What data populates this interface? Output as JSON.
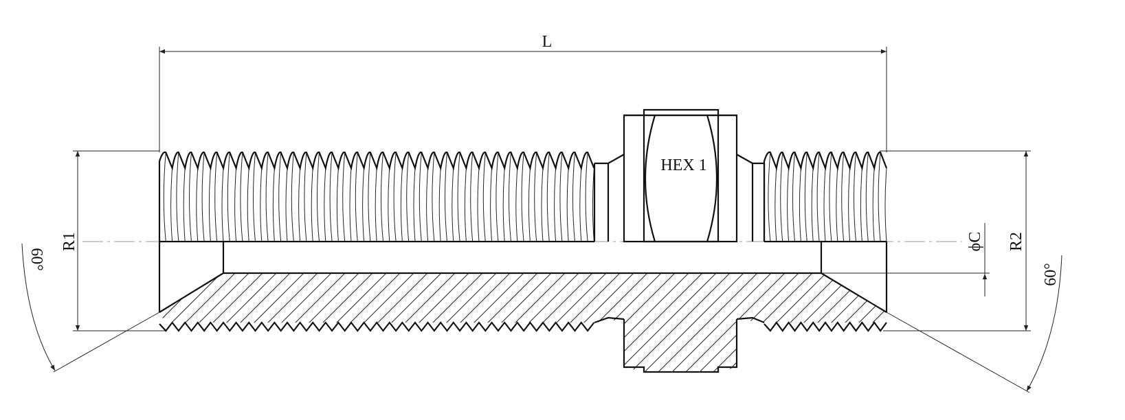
{
  "drawing": {
    "labels": {
      "length": "L",
      "hex": "HEX 1",
      "thread_1": "R1",
      "thread_2": "R2",
      "bore_diameter": "ϕC",
      "angle_left": "60°",
      "angle_right": "60°"
    },
    "colors": {
      "line": "#111111",
      "centerline": "#999999"
    }
  }
}
